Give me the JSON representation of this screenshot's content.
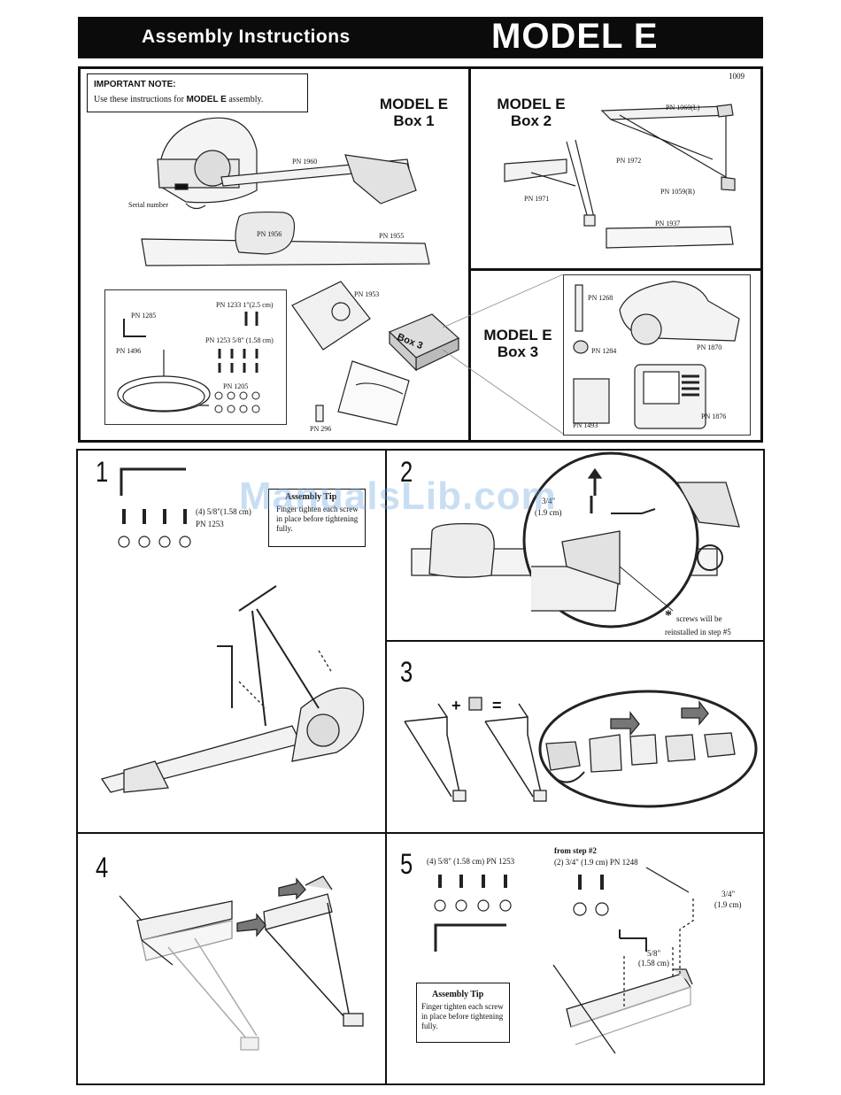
{
  "header": {
    "title": "Assembly Instructions",
    "model": "MODEL E"
  },
  "top": {
    "page_code": "1009",
    "note": {
      "heading": "IMPORTANT NOTE:",
      "text_before": "Use these instructions for ",
      "text_bold": "MODEL E",
      "text_after": " assembly."
    },
    "box1": {
      "title_line1": "MODEL E",
      "title_line2": "Box 1",
      "serial": "Serial number",
      "pn_1960": "PN 1960",
      "pn_1956": "PN 1956",
      "pn_1955": "PN 1955",
      "pn_1953": "PN 1953",
      "pn_1285": "PN 1285",
      "pn_1496": "PN 1496",
      "pn_1233": "PN 1233  1\"(2.5 cm)",
      "pn_1253": "PN 1253  5/8\" (1.58 cm)",
      "pn_1205": "PN 1205",
      "pn_296": "PN 296",
      "box3_label": "Box 3"
    },
    "box2": {
      "title_line1": "MODEL E",
      "title_line2": "Box 2",
      "pn_1060": "PN 1060(L)",
      "pn_1972": "PN 1972",
      "pn_1059": "PN 1059(R)",
      "pn_1971": "PN 1971",
      "pn_1937": "PN 1937"
    },
    "box3": {
      "title_line1": "MODEL E",
      "title_line2": "Box 3",
      "pn_1268": "PN 1268",
      "pn_1284": "PN 1284",
      "pn_1870": "PN 1870",
      "pn_1493": "PN 1493",
      "pn_1876": "PN 1876"
    }
  },
  "steps": {
    "s1": {
      "num": "1",
      "screws": "(4) 5/8\"(1.58 cm)",
      "pn": "PN 1253",
      "tip_title": "Assembly Tip",
      "tip_text": "Finger tighten each screw in place before tightening fully."
    },
    "s2": {
      "num": "2",
      "size": "3/4\"",
      "size_cm": "(1.9 cm)",
      "note_star": "*",
      "note_line1": "screws will be",
      "note_line2": "reinstalled in step #5"
    },
    "s3": {
      "num": "3",
      "plus": "+",
      "equals": "="
    },
    "s4": {
      "num": "4"
    },
    "s5": {
      "num": "5",
      "screws": "(4) 5/8\" (1.58 cm) PN 1253",
      "from_step": "from step #2",
      "screws2": "(2) 3/4\" (1.9 cm) PN 1248",
      "c34": "3/4\"",
      "c34cm": "(1.9 cm)",
      "c58": "5/8\"",
      "c58cm": "(1.58 cm)",
      "tip_title": "Assembly Tip",
      "tip_text": "Finger tighten each screw in place before tightening fully."
    }
  },
  "watermark": "ManualsLib.com"
}
